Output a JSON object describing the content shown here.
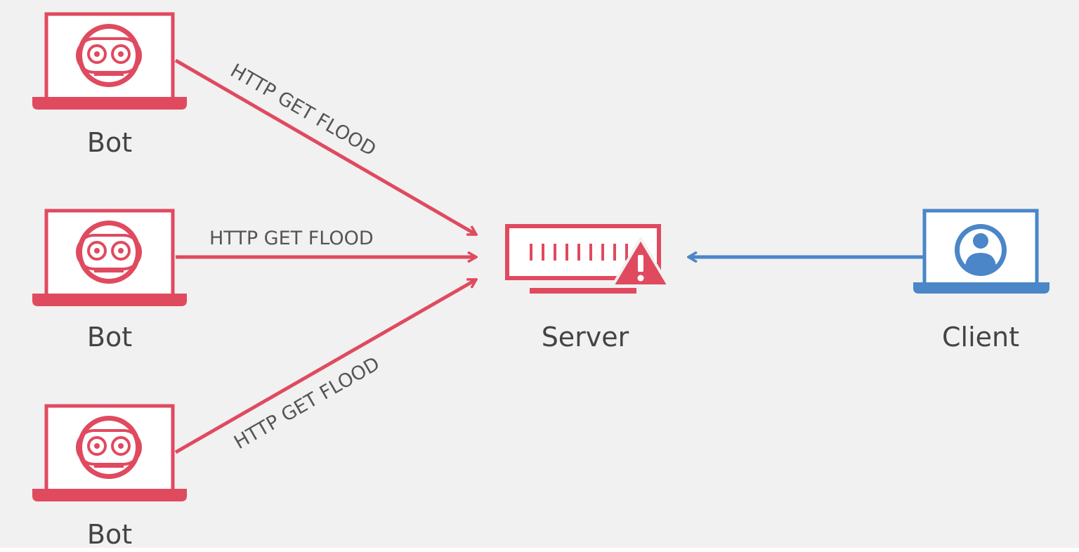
{
  "nodes": {
    "bot1": {
      "label": "Bot"
    },
    "bot2": {
      "label": "Bot"
    },
    "bot3": {
      "label": "Bot"
    },
    "server": {
      "label": "Server"
    },
    "client": {
      "label": "Client"
    }
  },
  "edges": {
    "bot1_to_server": "HTTP GET FLOOD",
    "bot2_to_server": "HTTP GET FLOOD",
    "bot3_to_server": "HTTP GET FLOOD"
  },
  "colors": {
    "attack": "#e04a5f",
    "legit": "#4a86c8",
    "background": "#f1f1f1",
    "text": "#444444"
  },
  "icons": {
    "bot": "robot-laptop-icon",
    "server": "server-warning-icon",
    "client": "user-laptop-icon"
  }
}
